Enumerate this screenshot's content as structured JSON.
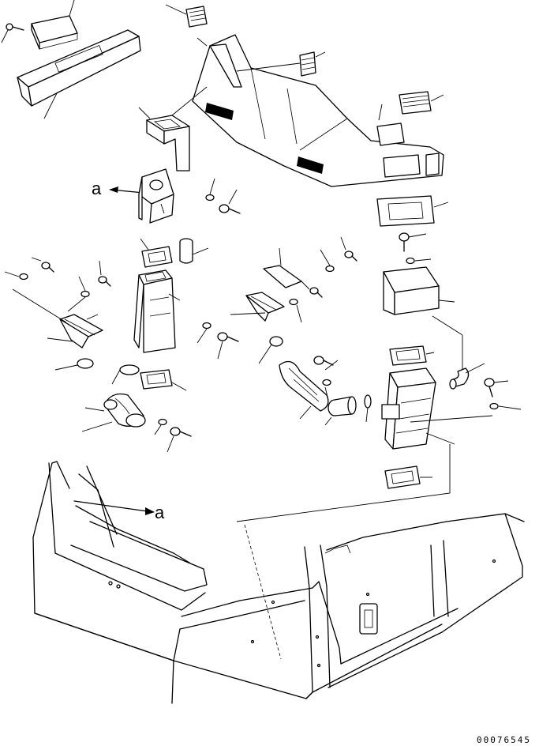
{
  "callouts": {
    "ref_a_upper": "a",
    "ref_a_lower": "a"
  },
  "drawing_number": "00076545"
}
